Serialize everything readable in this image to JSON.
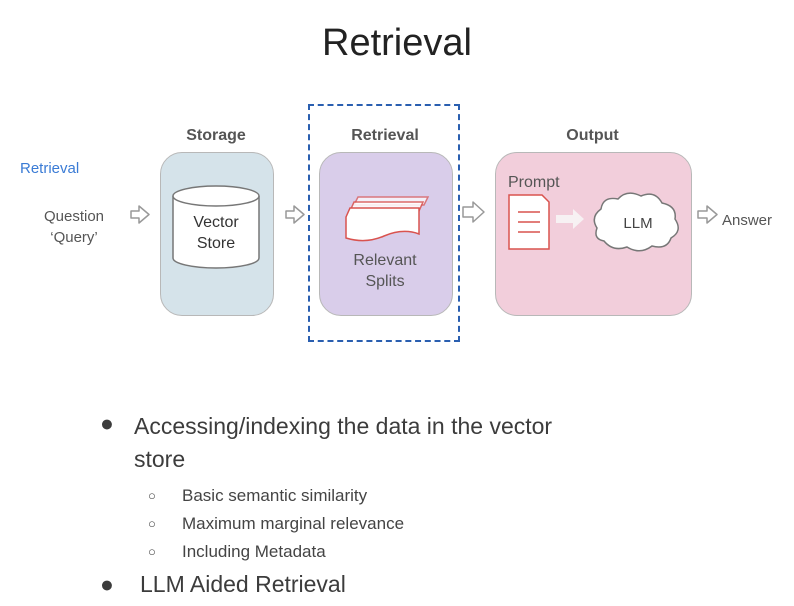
{
  "title": "Retrieval",
  "side_label": "Retrieval",
  "input_label": [
    "Question",
    "‘Query’"
  ],
  "sections": {
    "storage": "Storage",
    "retrieval": "Retrieval",
    "output": "Output"
  },
  "storage_item": [
    "Vector",
    "Store"
  ],
  "retrieval_item": [
    "Relevant",
    "Splits"
  ],
  "output_items": {
    "prompt": "Prompt",
    "llm": "LLM",
    "answer": "Answer"
  },
  "bullets": [
    {
      "text_lines": [
        "Accessing/indexing the data in the vector",
        "store"
      ],
      "sub": [
        "Basic semantic similarity",
        "Maximum marginal relevance",
        "Including Metadata"
      ]
    },
    {
      "text_lines": [
        "LLM Aided Retrieval"
      ],
      "sub": []
    }
  ],
  "colors": {
    "storage_fill": "#d5e3ea",
    "retrieval_fill": "#d9cdea",
    "output_fill": "#f2cedb",
    "dashed_border": "#2a5fb0",
    "accent_red": "#d9534f",
    "side_label": "#3a7bd5"
  }
}
